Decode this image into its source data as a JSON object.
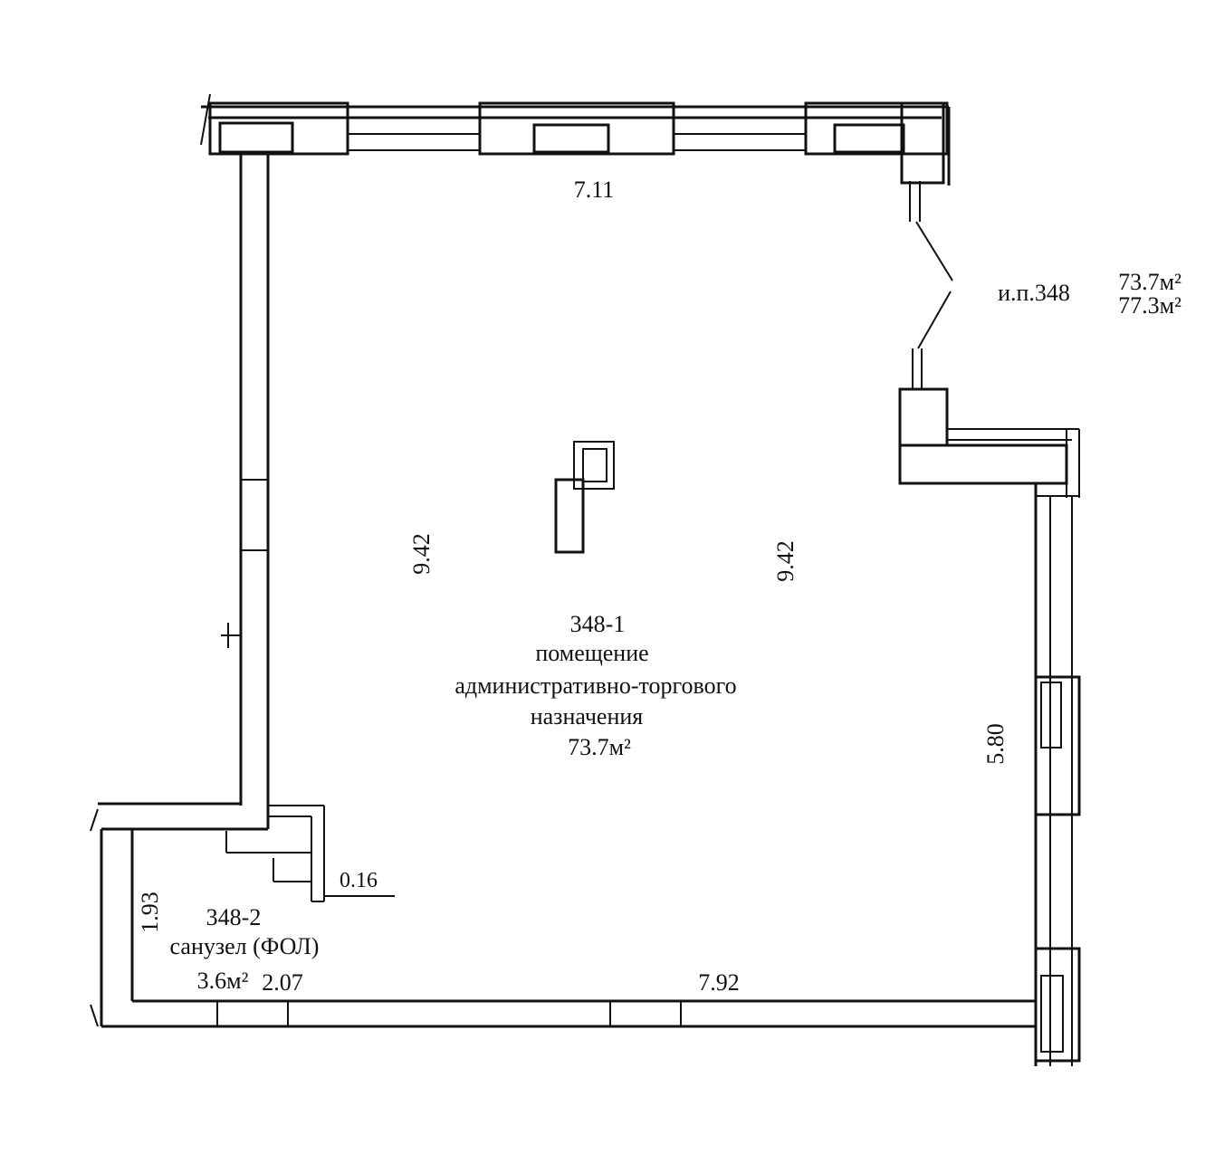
{
  "plan": {
    "unit": {
      "id": "и.п.348",
      "area_main": "73.7м²",
      "area_total": "77.3м²"
    },
    "rooms": [
      {
        "number": "348-1",
        "name_line1": "помещение",
        "name_line2": "административно-торгового",
        "name_line3": "назначения",
        "area": "73.7м²"
      },
      {
        "number": "348-2",
        "name_line1": "санузел (ФОЛ)",
        "area": "3.6м²"
      }
    ],
    "dimensions": {
      "top_wall": "7.11",
      "inner_left": "9.42",
      "inner_right": "9.42",
      "right_wall": "5.80",
      "bottom_right": "7.92",
      "bottom_left": "2.07",
      "wc_height": "1.93",
      "small_offset": "0.16"
    }
  }
}
